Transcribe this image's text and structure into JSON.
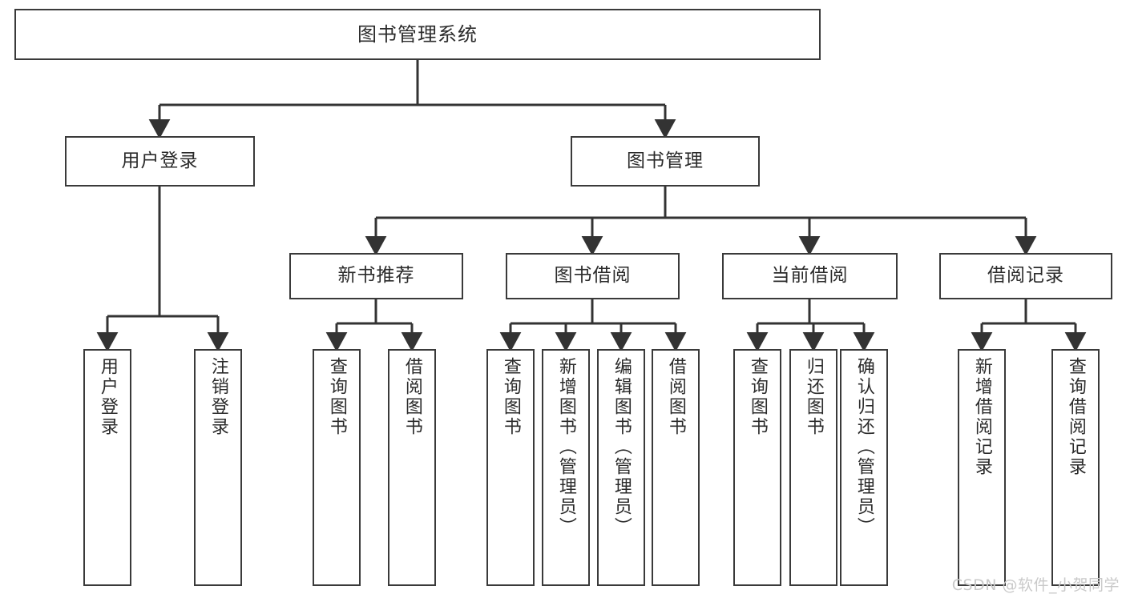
{
  "diagram": {
    "title": "图书管理系统",
    "type": "tree",
    "watermark": "CSDN @软件_小贺同学",
    "colors": {
      "box_border": "#3a3a3a",
      "box_fill": "#ffffff",
      "connector": "#333333",
      "text": "#2b2b2b",
      "watermark": "#c9c9c9",
      "background": "#ffffff"
    },
    "levels": {
      "root": [
        "图书管理系统"
      ],
      "level1": [
        "用户登录",
        "图书管理"
      ],
      "level2": [
        "新书推荐",
        "图书借阅",
        "当前借阅",
        "借阅记录"
      ],
      "level3": [
        "用户登录",
        "注销登录",
        "查询图书",
        "借阅图书",
        "查询图书",
        "新增图书（管理员）",
        "编辑图书（管理员）",
        "借阅图书",
        "查询图书",
        "归还图书",
        "确认归还（管理员）",
        "新增借阅记录",
        "查询借阅记录"
      ]
    },
    "nodes": {
      "root": {
        "label": "图书管理系统"
      },
      "user_login": {
        "label": "用户登录"
      },
      "book_manage": {
        "label": "图书管理"
      },
      "new_book_rec": {
        "label": "新书推荐"
      },
      "book_borrow": {
        "label": "图书借阅"
      },
      "current_borrow": {
        "label": "当前借阅"
      },
      "borrow_record": {
        "label": "借阅记录"
      },
      "leaf_user_login": {
        "label": "用户登录"
      },
      "leaf_logout": {
        "label": "注销登录"
      },
      "leaf_query_book_1": {
        "label": "查询图书"
      },
      "leaf_borrow_book_1": {
        "label": "借阅图书"
      },
      "leaf_query_book_2": {
        "label": "查询图书"
      },
      "leaf_add_book": {
        "label": "新增图书（管理员）"
      },
      "leaf_edit_book": {
        "label": "编辑图书（管理员）"
      },
      "leaf_borrow_book_2": {
        "label": "借阅图书"
      },
      "leaf_query_book_3": {
        "label": "查询图书"
      },
      "leaf_return_book": {
        "label": "归还图书"
      },
      "leaf_confirm_return": {
        "label": "确认归还（管理员）"
      },
      "leaf_add_record": {
        "label": "新增借阅记录"
      },
      "leaf_query_record": {
        "label": "查询借阅记录"
      }
    },
    "edges": [
      {
        "from": "root",
        "to": "user_login"
      },
      {
        "from": "root",
        "to": "book_manage"
      },
      {
        "from": "user_login",
        "to": "leaf_user_login"
      },
      {
        "from": "user_login",
        "to": "leaf_logout"
      },
      {
        "from": "book_manage",
        "to": "new_book_rec"
      },
      {
        "from": "book_manage",
        "to": "book_borrow"
      },
      {
        "from": "book_manage",
        "to": "current_borrow"
      },
      {
        "from": "book_manage",
        "to": "borrow_record"
      },
      {
        "from": "new_book_rec",
        "to": "leaf_query_book_1"
      },
      {
        "from": "new_book_rec",
        "to": "leaf_borrow_book_1"
      },
      {
        "from": "book_borrow",
        "to": "leaf_query_book_2"
      },
      {
        "from": "book_borrow",
        "to": "leaf_add_book"
      },
      {
        "from": "book_borrow",
        "to": "leaf_edit_book"
      },
      {
        "from": "book_borrow",
        "to": "leaf_borrow_book_2"
      },
      {
        "from": "current_borrow",
        "to": "leaf_query_book_3"
      },
      {
        "from": "current_borrow",
        "to": "leaf_return_book"
      },
      {
        "from": "current_borrow",
        "to": "leaf_confirm_return"
      },
      {
        "from": "borrow_record",
        "to": "leaf_add_record"
      },
      {
        "from": "borrow_record",
        "to": "leaf_query_record"
      }
    ]
  }
}
